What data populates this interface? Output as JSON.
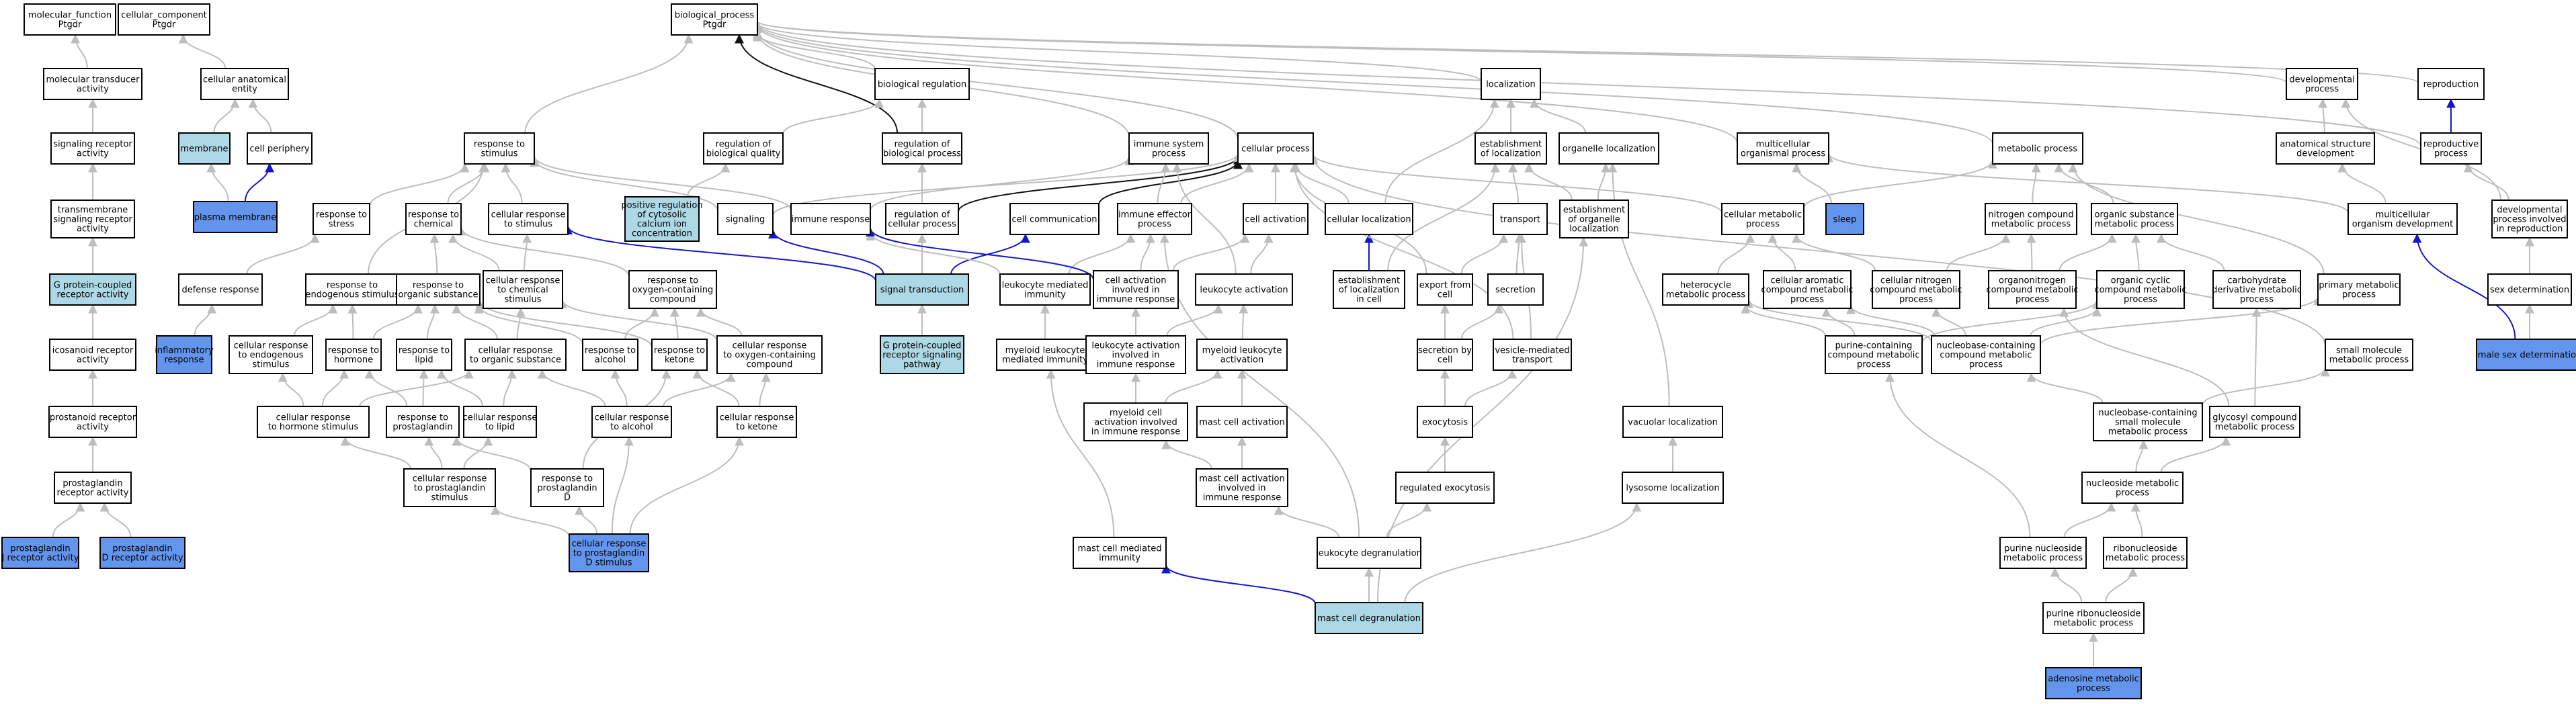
{
  "colors": {
    "plain": "#ffffff",
    "light": "#add8e6",
    "strong": "#6495ed",
    "edge_gray": "#bdbdbd",
    "edge_black": "#111111",
    "edge_blue": "#1515d0"
  },
  "nodes": {
    "mf": {
      "lines": [
        "molecular_function",
        "Ptgdr"
      ],
      "fill": "plain"
    },
    "cc": {
      "lines": [
        "cellular_component",
        "Ptgdr"
      ],
      "fill": "plain"
    },
    "bp": {
      "lines": [
        "biological_process",
        "Ptgdr"
      ],
      "fill": "plain"
    },
    "mta": {
      "lines": [
        "molecular transducer",
        "activity"
      ],
      "fill": "plain"
    },
    "sra": {
      "lines": [
        "signaling receptor",
        "activity"
      ],
      "fill": "plain"
    },
    "tsra": {
      "lines": [
        "transmembrane",
        "signaling receptor",
        "activity"
      ],
      "fill": "plain"
    },
    "gpcr": {
      "lines": [
        "G protein-coupled",
        "receptor activity"
      ],
      "fill": "light"
    },
    "ira": {
      "lines": [
        "icosanoid receptor",
        "activity"
      ],
      "fill": "plain"
    },
    "pra": {
      "lines": [
        "prostanoid receptor",
        "activity"
      ],
      "fill": "plain"
    },
    "pgra": {
      "lines": [
        "prostaglandin",
        "receptor activity"
      ],
      "fill": "plain"
    },
    "pgj": {
      "lines": [
        "prostaglandin",
        "J receptor activity"
      ],
      "fill": "strong"
    },
    "pgd": {
      "lines": [
        "prostaglandin",
        "D receptor activity"
      ],
      "fill": "strong"
    },
    "cae": {
      "lines": [
        "cellular anatomical",
        "entity"
      ],
      "fill": "plain"
    },
    "memb": {
      "lines": [
        "membrane"
      ],
      "fill": "light"
    },
    "cper": {
      "lines": [
        "cell periphery"
      ],
      "fill": "plain"
    },
    "pmem": {
      "lines": [
        "plasma membrane"
      ],
      "fill": "strong"
    },
    "rstim": {
      "lines": [
        "response to",
        "stimulus"
      ],
      "fill": "plain"
    },
    "rstress": {
      "lines": [
        "response to",
        "stress"
      ],
      "fill": "plain"
    },
    "defr": {
      "lines": [
        "defense response"
      ],
      "fill": "plain"
    },
    "infl": {
      "lines": [
        "inflammatory",
        "response"
      ],
      "fill": "strong"
    },
    "rchem": {
      "lines": [
        "response to",
        "chemical"
      ],
      "fill": "plain"
    },
    "crstim": {
      "lines": [
        "cellular response",
        "to stimulus"
      ],
      "fill": "plain"
    },
    "rendo": {
      "lines": [
        "response to",
        "endogenous stimulus"
      ],
      "fill": "plain"
    },
    "rorg": {
      "lines": [
        "response to",
        "organic substance"
      ],
      "fill": "plain"
    },
    "crchem": {
      "lines": [
        "cellular response",
        "to chemical",
        "stimulus"
      ],
      "fill": "plain"
    },
    "roxy": {
      "lines": [
        "response to",
        "oxygen-containing",
        "compound"
      ],
      "fill": "plain"
    },
    "crendo": {
      "lines": [
        "cellular response",
        "to endogenous",
        "stimulus"
      ],
      "fill": "plain"
    },
    "rhorm": {
      "lines": [
        "response to",
        "hormone"
      ],
      "fill": "plain"
    },
    "rlip": {
      "lines": [
        "response to",
        "lipid"
      ],
      "fill": "plain"
    },
    "crorg": {
      "lines": [
        "cellular response",
        "to organic substance"
      ],
      "fill": "plain"
    },
    "ralc": {
      "lines": [
        "response to",
        "alcohol"
      ],
      "fill": "plain"
    },
    "rket": {
      "lines": [
        "response to",
        "ketone"
      ],
      "fill": "plain"
    },
    "croxy": {
      "lines": [
        "cellular response",
        "to oxygen-containing",
        "compound"
      ],
      "fill": "plain"
    },
    "crhorm": {
      "lines": [
        "cellular response",
        "to hormone stimulus"
      ],
      "fill": "plain"
    },
    "rpg": {
      "lines": [
        "response to",
        "prostaglandin"
      ],
      "fill": "plain"
    },
    "crlip": {
      "lines": [
        "cellular response",
        "to lipid"
      ],
      "fill": "plain"
    },
    "cralc": {
      "lines": [
        "cellular response",
        "to alcohol"
      ],
      "fill": "plain"
    },
    "crket": {
      "lines": [
        "cellular response",
        "to ketone"
      ],
      "fill": "plain"
    },
    "crpg": {
      "lines": [
        "cellular response",
        "to prostaglandin",
        "stimulus"
      ],
      "fill": "plain"
    },
    "rpgd": {
      "lines": [
        "response to",
        "prostaglandin",
        "D"
      ],
      "fill": "plain"
    },
    "crpgd": {
      "lines": [
        "cellular response",
        "to prostaglandin",
        "D stimulus"
      ],
      "fill": "strong"
    },
    "biorg": {
      "lines": [
        "biological regulation"
      ],
      "fill": "plain"
    },
    "rbq": {
      "lines": [
        "regulation of",
        "biological quality"
      ],
      "fill": "plain"
    },
    "rbp": {
      "lines": [
        "regulation of",
        "biological process"
      ],
      "fill": "plain"
    },
    "prcyt": {
      "lines": [
        "positive regulation",
        "of cytosolic",
        "calcium ion",
        "concentration"
      ],
      "fill": "light"
    },
    "sig": {
      "lines": [
        "signaling"
      ],
      "fill": "plain"
    },
    "rcp": {
      "lines": [
        "regulation of",
        "cellular process"
      ],
      "fill": "plain"
    },
    "st": {
      "lines": [
        "signal transduction"
      ],
      "fill": "light"
    },
    "gpcrsp": {
      "lines": [
        "G protein-coupled",
        "receptor signaling",
        "pathway"
      ],
      "fill": "light"
    },
    "isp": {
      "lines": [
        "immune system",
        "process"
      ],
      "fill": "plain"
    },
    "ir": {
      "lines": [
        "immune response"
      ],
      "fill": "plain"
    },
    "cellp": {
      "lines": [
        "cellular process"
      ],
      "fill": "plain"
    },
    "ccomm": {
      "lines": [
        "cell communication"
      ],
      "fill": "plain"
    },
    "iep": {
      "lines": [
        "immune effector",
        "process"
      ],
      "fill": "plain"
    },
    "cact": {
      "lines": [
        "cell activation"
      ],
      "fill": "plain"
    },
    "cloc": {
      "lines": [
        "cellular localization"
      ],
      "fill": "plain"
    },
    "lmi": {
      "lines": [
        "leukocyte mediated",
        "immunity"
      ],
      "fill": "plain"
    },
    "caiir": {
      "lines": [
        "cell activation",
        "involved in",
        "immune response"
      ],
      "fill": "plain"
    },
    "lact": {
      "lines": [
        "leukocyte activation"
      ],
      "fill": "plain"
    },
    "mlmi": {
      "lines": [
        "myeloid leukocyte",
        "mediated immunity"
      ],
      "fill": "plain"
    },
    "laiir": {
      "lines": [
        "leukocyte activation",
        "involved in",
        "immune response"
      ],
      "fill": "plain"
    },
    "mla": {
      "lines": [
        "myeloid leukocyte",
        "activation"
      ],
      "fill": "plain"
    },
    "mcaiir": {
      "lines": [
        "myeloid cell",
        "activation involved",
        "in immune response"
      ],
      "fill": "plain"
    },
    "mca": {
      "lines": [
        "mast cell activation"
      ],
      "fill": "plain"
    },
    "mcaiir2": {
      "lines": [
        "mast cell activation",
        "involved in",
        "immune response"
      ],
      "fill": "plain"
    },
    "mcmi": {
      "lines": [
        "mast cell mediated",
        "immunity"
      ],
      "fill": "plain"
    },
    "ldeg": {
      "lines": [
        "leukocyte degranulation"
      ],
      "fill": "plain"
    },
    "mcd": {
      "lines": [
        "mast cell degranulation"
      ],
      "fill": "light"
    },
    "loc": {
      "lines": [
        "localization"
      ],
      "fill": "plain"
    },
    "eloc": {
      "lines": [
        "establishment",
        "of localization"
      ],
      "fill": "plain"
    },
    "orgloc": {
      "lines": [
        "organelle localization"
      ],
      "fill": "plain"
    },
    "trans": {
      "lines": [
        "transport"
      ],
      "fill": "plain"
    },
    "eoloc": {
      "lines": [
        "establishment",
        "of organelle",
        "localization"
      ],
      "fill": "plain"
    },
    "elcell": {
      "lines": [
        "establishment",
        "of localization",
        "in cell"
      ],
      "fill": "plain"
    },
    "exp": {
      "lines": [
        "export from",
        "cell"
      ],
      "fill": "plain"
    },
    "secr": {
      "lines": [
        "secretion"
      ],
      "fill": "plain"
    },
    "secc": {
      "lines": [
        "secretion by",
        "cell"
      ],
      "fill": "plain"
    },
    "vmt": {
      "lines": [
        "vesicle-mediated",
        "transport"
      ],
      "fill": "plain"
    },
    "exo": {
      "lines": [
        "exocytosis"
      ],
      "fill": "plain"
    },
    "rexo": {
      "lines": [
        "regulated exocytosis"
      ],
      "fill": "plain"
    },
    "vacloc": {
      "lines": [
        "vacuolar localization"
      ],
      "fill": "plain"
    },
    "lysloc": {
      "lines": [
        "lysosome localization"
      ],
      "fill": "plain"
    },
    "mop": {
      "lines": [
        "multicellular",
        "organismal process"
      ],
      "fill": "plain"
    },
    "sleep": {
      "lines": [
        "sleep"
      ],
      "fill": "strong"
    },
    "metp": {
      "lines": [
        "metabolic process"
      ],
      "fill": "plain"
    },
    "cmp": {
      "lines": [
        "cellular metabolic",
        "process"
      ],
      "fill": "plain"
    },
    "ncmp": {
      "lines": [
        "nitrogen compound",
        "metabolic process"
      ],
      "fill": "plain"
    },
    "osmp": {
      "lines": [
        "organic substance",
        "metabolic process"
      ],
      "fill": "plain"
    },
    "hmp": {
      "lines": [
        "heterocycle",
        "metabolic process"
      ],
      "fill": "plain"
    },
    "cacmp": {
      "lines": [
        "cellular aromatic",
        "compound metabolic",
        "process"
      ],
      "fill": "plain"
    },
    "cncmp": {
      "lines": [
        "cellular nitrogen",
        "compound metabolic",
        "process"
      ],
      "fill": "plain"
    },
    "oncmp": {
      "lines": [
        "organonitrogen",
        "compound metabolic",
        "process"
      ],
      "fill": "plain"
    },
    "occmp": {
      "lines": [
        "organic cyclic",
        "compound metabolic",
        "process"
      ],
      "fill": "plain"
    },
    "cdmp": {
      "lines": [
        "carbohydrate",
        "derivative metabolic",
        "process"
      ],
      "fill": "plain"
    },
    "pmp": {
      "lines": [
        "primary metabolic",
        "process"
      ],
      "fill": "plain"
    },
    "pccmp": {
      "lines": [
        "purine-containing",
        "compound metabolic",
        "process"
      ],
      "fill": "plain"
    },
    "nbccmp": {
      "lines": [
        "nucleobase-containing",
        "compound metabolic",
        "process"
      ],
      "fill": "plain"
    },
    "smmp": {
      "lines": [
        "small molecule",
        "metabolic process"
      ],
      "fill": "plain"
    },
    "nbsmmp": {
      "lines": [
        "nucleobase-containing",
        "small molecule",
        "metabolic process"
      ],
      "fill": "plain"
    },
    "gcmp": {
      "lines": [
        "glycosyl compound",
        "metabolic process"
      ],
      "fill": "plain"
    },
    "nsmp": {
      "lines": [
        "nucleoside metabolic",
        "process"
      ],
      "fill": "plain"
    },
    "pnmp": {
      "lines": [
        "purine nucleoside",
        "metabolic process"
      ],
      "fill": "plain"
    },
    "rnmp": {
      "lines": [
        "ribonucleoside",
        "metabolic process"
      ],
      "fill": "plain"
    },
    "prnmp": {
      "lines": [
        "purine ribonucleoside",
        "metabolic process"
      ],
      "fill": "plain"
    },
    "amp": {
      "lines": [
        "adenosine metabolic",
        "process"
      ],
      "fill": "strong"
    },
    "devp": {
      "lines": [
        "developmental",
        "process"
      ],
      "fill": "plain"
    },
    "asd": {
      "lines": [
        "anatomical structure",
        "development"
      ],
      "fill": "plain"
    },
    "repro": {
      "lines": [
        "reproduction"
      ],
      "fill": "plain"
    },
    "rp": {
      "lines": [
        "reproductive",
        "process"
      ],
      "fill": "plain"
    },
    "mod": {
      "lines": [
        "multicellular",
        "organism development"
      ],
      "fill": "plain"
    },
    "dpir": {
      "lines": [
        "developmental",
        "process involved",
        "in reproduction"
      ],
      "fill": "plain"
    },
    "sexd": {
      "lines": [
        "sex determination"
      ],
      "fill": "plain"
    },
    "msd": {
      "lines": [
        "male sex determination"
      ],
      "fill": "strong"
    }
  }
}
